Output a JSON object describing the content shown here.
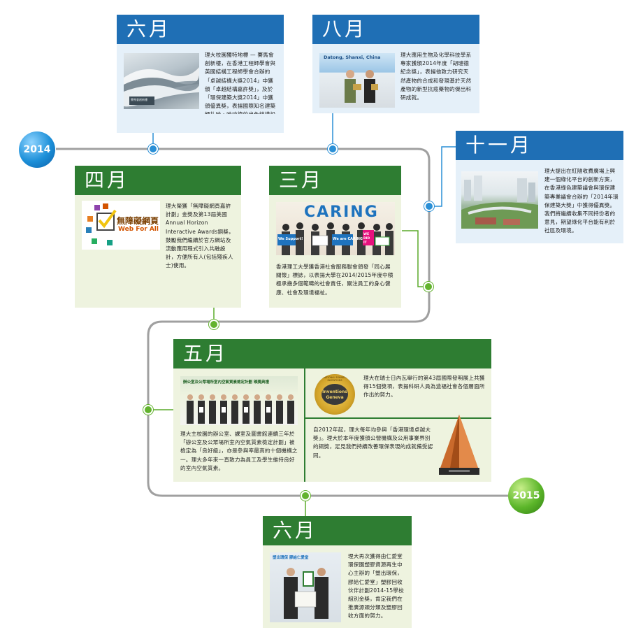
{
  "years": {
    "start": "2014",
    "end": "2015"
  },
  "cards": {
    "jun_a": {
      "month": "六月",
      "text": "理大校園獨特地標 — 賽馬會創新樓，在香港工程師學會與英國結構工程師學會合辦的「卓越結構大獎2014」中獲頒「卓越結構嘉許獎」，及於「環保建築大獎2014」中獲頒優異獎，表揚國際知名建築師扎哈・哈迪德的出色結構設計。賽馬會創新樓旨在為學生及設計專業人士提供別具創意的學習環境。",
      "photo_caption": "賽馬會創新樓"
    },
    "aug": {
      "month": "八月",
      "text": "理大應用生物及化學科技學系專家獲頒2014年度「胡璉德紀念獎」，表揚他致力研究天然產物的合成和發現基於天然產物的新型抗癌藥物的傑出科研成就。",
      "photo_caption": "Datong, Shanxi, China"
    },
    "nov": {
      "month": "十一月",
      "text": "理大提出在紅隧收費廣場上興建一個綠化平台的創新方案，在香港綠色建築議會與環保建築專業議會合辦的「2014年環保建築大獎」中獲得優異獎。我們將繼續收集不同持份者的意見，期望綠化平台能有利於社區及環境。"
    },
    "apr": {
      "month": "四月",
      "text": "理大榮獲「無障礙網頁嘉許計劃」金獎及第13屆美國Annual Horizon Interactive Awards銅獎，鼓勵我們繼續於官方網站及流動應用程式引入共融設計，方便所有人(包括殘疾人士)使用。",
      "logo_zh": "無障礙網頁",
      "logo_en": "Web For All"
    },
    "mar": {
      "month": "三月",
      "text": "香港理工大學獲香港社會服務聯會頒發「同心展關懷」標誌，以表揚大學在2014/2015年度中積極承擔多個範疇的社會責任，關注員工的身心健康、社會及環境福祉。",
      "banner": "CARING",
      "sign1": "We Support!",
      "sign2": "We are CARING",
      "sign3": "WE DID IT"
    },
    "may": {
      "month": "五月",
      "text_left": "理大主校園的辦公室、課室及圖書館連續三年於「辦公室及公眾場所室內空氣質素檢定計劃」被檢定為「良好級」，亦是參與率最高的十個機構之一。理大多年來一直致力為員工及學生維持良好的室內空氣質素。",
      "text_right_top": "理大在瑞士日內瓦舉行的第43屆國際發明展上共獲得15個獎項，表揚科研人員為造福社會各個層面所作出的努力。",
      "text_right_bottom": "自2012年起，理大每年均參與「香港環境卓越大獎」。理大於本年度獲頒公營機構及公用事業界別的銅獎，足見我們持續改善環保表現的成就備受認同。",
      "banner": "辦公室及公眾場所室內空氣質素檢定計劃 頒獎典禮",
      "medal_line1": "Inventions",
      "medal_line2": "Geneva",
      "medal_ring": "INTERNATIONAL EXHIBITION OF INVENTIONS"
    },
    "jun_b": {
      "month": "六月",
      "text": "理大再次獲得由仁愛堂環保園塑膠資源再生中心主辦的「塑出環保，膠給仁愛堂」塑膠回收伙伴計劃2014-15學校組別金獎，肯定我們在推廣源頭分類及塑膠回收方面的努力。",
      "backdrop": "塑出環保 膠給仁愛堂"
    }
  },
  "colors": {
    "blue": "#1f6fb5",
    "green": "#2e7d32",
    "line": "#a0a0a0"
  }
}
